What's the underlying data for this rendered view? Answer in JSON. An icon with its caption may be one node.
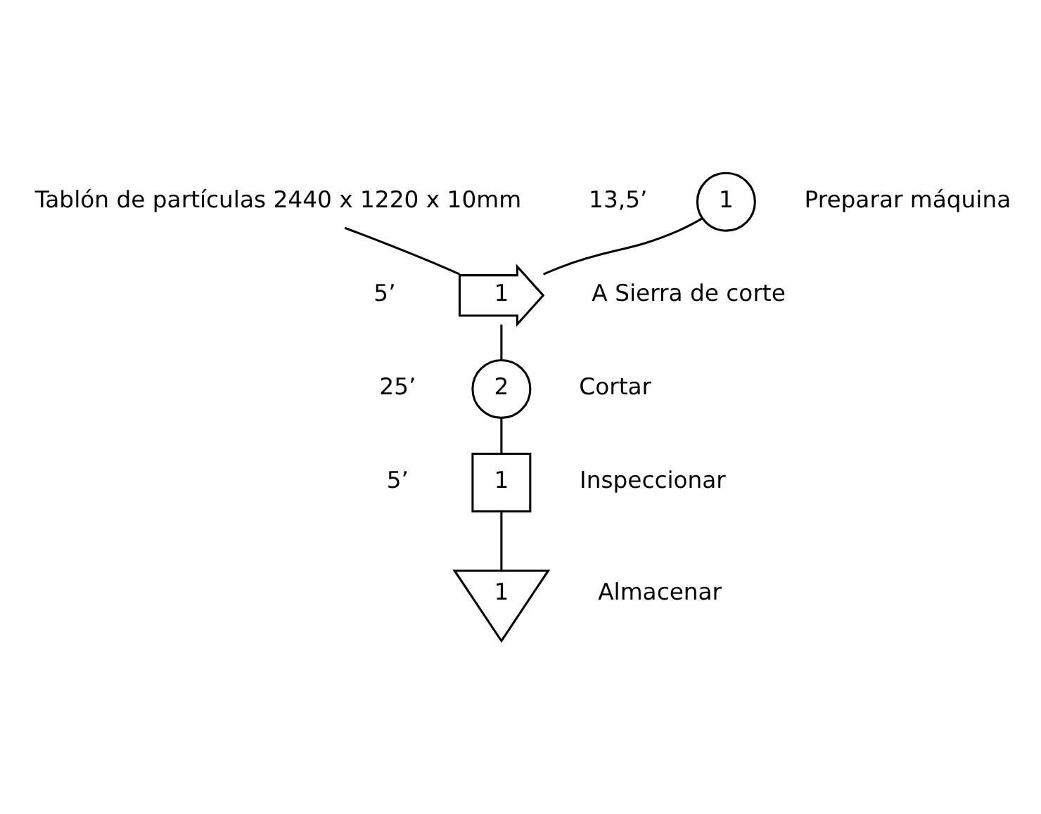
{
  "diagram": {
    "nodes": [
      {
        "text": [
          "1"
        ],
        "beside": [
          "13,5’",
          "Preparar máquina"
        ]
      },
      {
        "text": [
          "Tablón de partículas 2440 x 1220 x 10mm"
        ]
      },
      {
        "text": [
          "1"
        ],
        "beside": [
          "5’",
          "A Sierra de corte"
        ]
      },
      {
        "text": [
          "2"
        ],
        "beside": [
          "25’",
          "Cortar"
        ]
      },
      {
        "text": [
          "1"
        ],
        "beside": [
          "5’",
          "Inspeccionar"
        ]
      },
      {
        "text": [
          "1"
        ],
        "beside": [
          "Almacenar"
        ]
      }
    ],
    "edges": [
      {
        "from": 0,
        "to": 2,
        "arrow": "none"
      },
      {
        "from": 1,
        "to": 2,
        "arrow": "none"
      },
      {
        "from": 2,
        "to": 3,
        "arrow": "none"
      },
      {
        "from": 3,
        "to": 4,
        "arrow": "none"
      },
      {
        "from": 4,
        "to": 5,
        "arrow": "none"
      }
    ]
  }
}
